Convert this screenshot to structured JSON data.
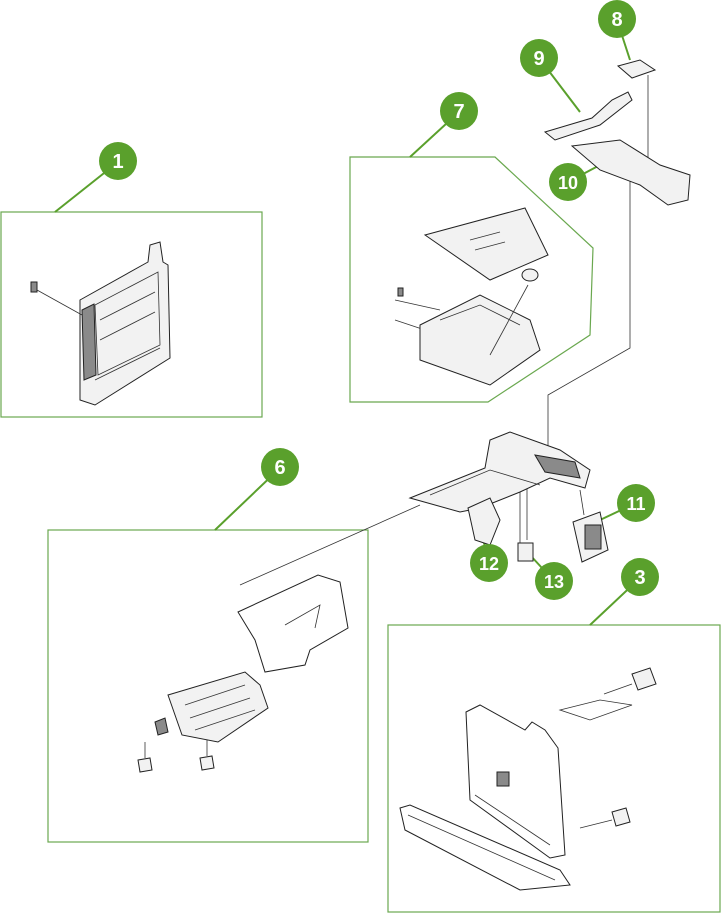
{
  "diagram": {
    "accent_color": "#5aa02c",
    "callouts": [
      {
        "id": "c1",
        "label": "1"
      },
      {
        "id": "c3",
        "label": "3"
      },
      {
        "id": "c6",
        "label": "6"
      },
      {
        "id": "c7",
        "label": "7"
      },
      {
        "id": "c8",
        "label": "8"
      },
      {
        "id": "c9",
        "label": "9"
      },
      {
        "id": "c10",
        "label": "10"
      },
      {
        "id": "c11",
        "label": "11"
      },
      {
        "id": "c12",
        "label": "12"
      },
      {
        "id": "c13",
        "label": "13"
      }
    ]
  }
}
